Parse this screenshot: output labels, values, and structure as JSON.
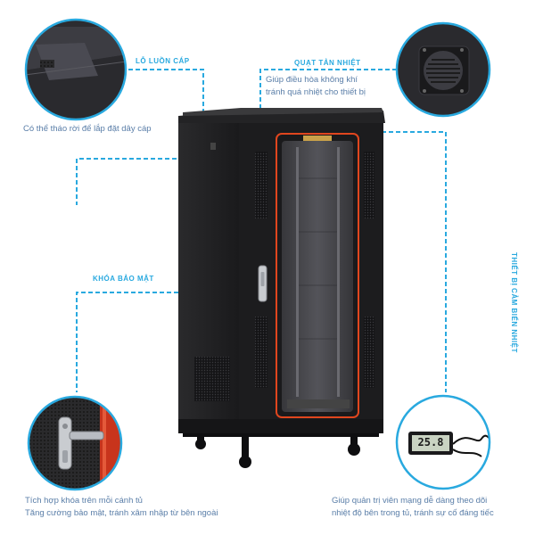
{
  "labels": {
    "cable_port": "LỖ LUỒN CÁP",
    "cooling_fan": "QUẠT TẢN NHIỆT",
    "security_lock": "KHÓA BẢO MẬT",
    "temp_sensor": "THIẾT BỊ CẢM BIẾN NHIỆT"
  },
  "descriptions": {
    "cable_port": "Có thể tháo rời để lắp đặt dây cáp",
    "cooling_fan_line1": "Giúp điều hòa không khí",
    "cooling_fan_line2": "tránh quá nhiệt cho thiết bị",
    "lock_line1": "Tích hợp khóa trên mỗi cánh tủ",
    "lock_line2": "Tăng cường bảo mật, tránh xâm nhập từ bên ngoài",
    "sensor_line1": "Giúp quản trị viên mạng dễ dàng theo dõi",
    "sensor_line2": "nhiệt độ bên trong tủ, tránh sự cố đáng tiếc"
  },
  "sensor_reading": "25.8",
  "colors": {
    "accent": "#29a9df",
    "text": "#5a7ea8",
    "cabinet": "#1e1e20",
    "door_trim": "#e0461e"
  }
}
